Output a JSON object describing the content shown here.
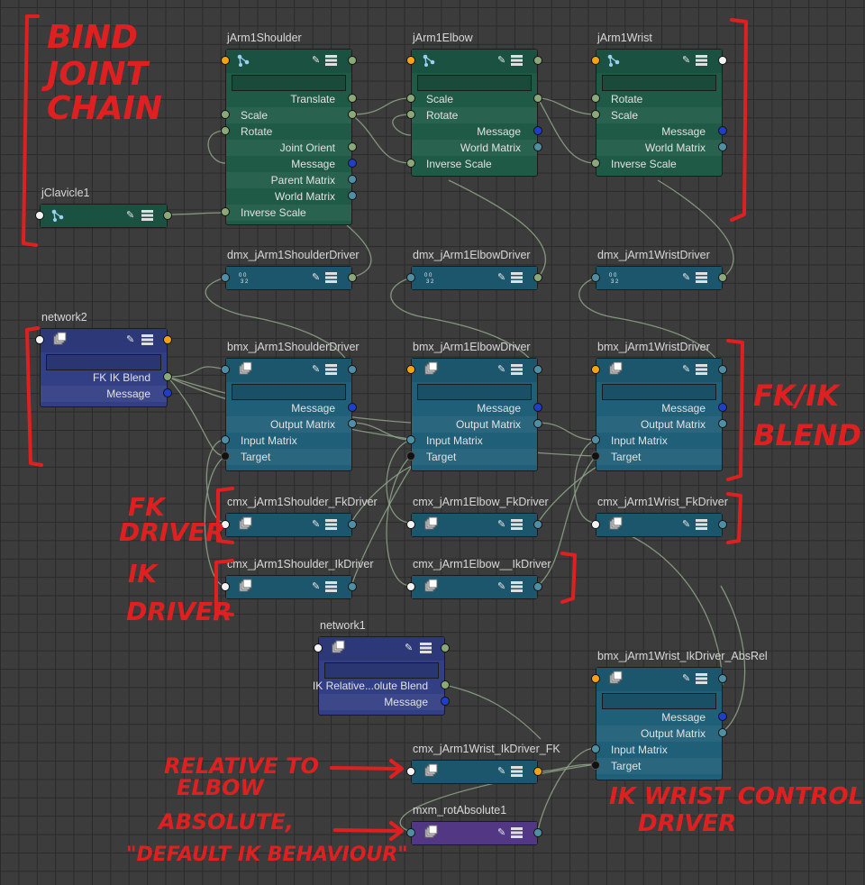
{
  "nodes": {
    "jArm1Shoulder": {
      "title": "jArm1Shoulder",
      "attrs": [
        "Translate",
        "Scale",
        "Rotate",
        "Joint Orient",
        "Message",
        "Parent Matrix",
        "World Matrix",
        "Inverse Scale"
      ]
    },
    "jArm1Elbow": {
      "title": "jArm1Elbow",
      "attrs": [
        "Scale",
        "Rotate",
        "Message",
        "World Matrix",
        "Inverse Scale"
      ]
    },
    "jArm1Wrist": {
      "title": "jArm1Wrist",
      "attrs": [
        "Rotate",
        "Scale",
        "Message",
        "World Matrix",
        "Inverse Scale"
      ]
    },
    "jClavicle1": {
      "title": "jClavicle1"
    },
    "dmx_jArm1ShoulderDriver": {
      "title": "dmx_jArm1ShoulderDriver"
    },
    "dmx_jArm1ElbowDriver": {
      "title": "dmx_jArm1ElbowDriver"
    },
    "dmx_jArm1WristDriver": {
      "title": "dmx_jArm1WristDriver"
    },
    "network2": {
      "title": "network2",
      "attrs": [
        "FK IK Blend",
        "Message"
      ]
    },
    "bmx_jArm1ShoulderDriver": {
      "title": "bmx_jArm1ShoulderDriver",
      "attrs": [
        "Message",
        "Output Matrix",
        "Input Matrix",
        "Target"
      ]
    },
    "bmx_jArm1ElbowDriver": {
      "title": "bmx_jArm1ElbowDriver",
      "attrs": [
        "Message",
        "Output Matrix",
        "Input Matrix",
        "Target"
      ]
    },
    "bmx_jArm1WristDriver": {
      "title": "bmx_jArm1WristDriver",
      "attrs": [
        "Message",
        "Output Matrix",
        "Input Matrix",
        "Target"
      ]
    },
    "cmx_jArm1Shoulder_FkDriver": {
      "title": "cmx_jArm1Shoulder_FkDriver"
    },
    "cmx_jArm1Elbow_FkDriver": {
      "title": "cmx_jArm1Elbow_FkDriver"
    },
    "cmx_jArm1Wrist_FkDriver": {
      "title": "cmx_jArm1Wrist_FkDriver"
    },
    "cmx_jArm1Shoulder_IkDriver": {
      "title": "cmx_jArm1Shoulder_IkDriver"
    },
    "cmx_jArm1Elbow__IkDriver": {
      "title": "cmx_jArm1Elbow__IkDriver"
    },
    "network1": {
      "title": "network1",
      "attrs": [
        "IK Relative...olute Blend",
        "Message"
      ]
    },
    "bmx_jArm1Wrist_IkDriver_AbsRel": {
      "title": "bmx_jArm1Wrist_IkDriver_AbsRel",
      "attrs": [
        "Message",
        "Output Matrix",
        "Input Matrix",
        "Target"
      ]
    },
    "cmx_jArm1Wrist_IkDriver_FK": {
      "title": "cmx_jArm1Wrist_IkDriver_FK"
    },
    "mxm_rotAbsolute1": {
      "title": "mxm_rotAbsolute1"
    }
  },
  "annotations": {
    "bind_joint_chain": [
      "BIND",
      "JOINT",
      "CHAIN"
    ],
    "fk_ik_blend": [
      "FK/IK",
      "BLEND"
    ],
    "fk_driver": [
      "FK",
      "DRIVER"
    ],
    "ik_driver": [
      "IK",
      "DRIVER"
    ],
    "relative_to_elbow": [
      "RELATIVE TO",
      "ELBOW"
    ],
    "absolute_default": [
      "ABSOLUTE,",
      "\"DEFAULT IK BEHAVIOUR\""
    ],
    "ik_wrist_control": [
      "IK WRIST CONTROL",
      "DRIVER"
    ]
  },
  "colors": {
    "joint": "#1f5a47",
    "matrix": "#1f5f78",
    "network": "#323f84",
    "multMatrix": "#5a3f8f",
    "annotation": "#e02020",
    "wire": "#9db585"
  }
}
